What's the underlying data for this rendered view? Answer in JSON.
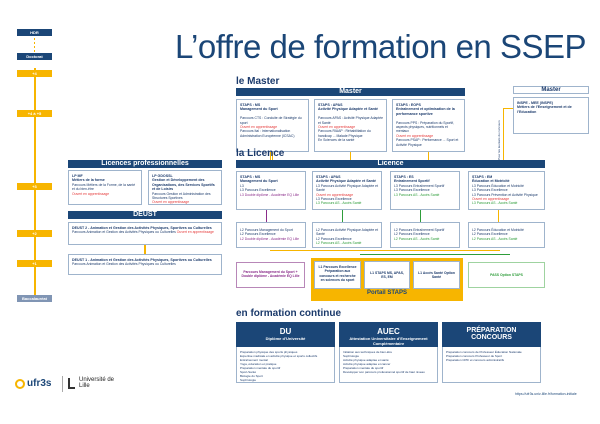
{
  "title": "L’offre de formation en SSEP",
  "ladder": [
    "HDR",
    "Doctorat",
    "+4",
    "+4 à +5",
    "+3",
    "+2",
    "+1",
    "Baccalauréat"
  ],
  "master": {
    "heading": "le Master",
    "bar": "Master",
    "boxes": [
      {
        "code": "STAPS : MS",
        "name": "Management du Sport",
        "lines": [
          "Parcours CTS : Conduite de Stratégie du sport",
          "Ouvert en apprentissage",
          "Parcours Ital : Internationalisation Administration Européenne (ICSAC)"
        ]
      },
      {
        "code": "STAPS : APAS",
        "name": "Activité Physique Adaptée et Santé",
        "lines": [
          "Parcours APAS : Activité Physique Adaptée et Santé",
          "Ouvert en apprentissage",
          "Parcours RIAAP : Réhabilitation du handicap ... Malade Physique",
          "En Sciences de la santé"
        ]
      },
      {
        "code": "STAPS : EOPS",
        "name": "Entraînement et optimisation de la performance sportive",
        "lines": [
          "Parcours PPS : Préparation du Sportif, aspects physiques, nutritionnels et mentaux",
          "Ouvert en apprentissage",
          "Parcours PSAP : Performance ... Sport et Activité Physique"
        ]
      }
    ]
  },
  "master2": {
    "bar": "Master",
    "code": "INSPE - MEE (INSPE)",
    "name": "Métiers de l’Enseignement et de l’Education",
    "side_note": "Pour les lauréats du concours"
  },
  "licence": {
    "heading": "la Licence",
    "bar": "Licence",
    "boxes": [
      {
        "code": "STAPS : MS",
        "name": "Management du Sport",
        "lines": [
          "L3",
          "L3 Parcours Excellence",
          "L3 Double diplôme - Académie EQ Lille"
        ]
      },
      {
        "code": "STAPS : APAS",
        "name": "Activité Physique Adaptée et Santé",
        "lines": [
          "L3 Parcours Activité Physique Adaptée et Santé",
          "Ouvert en apprentissage",
          "L3 Parcours Excellence",
          "L3 Parcours AS - Accès Santé"
        ]
      },
      {
        "code": "STAPS : ES",
        "name": "Entraînement Sportif",
        "lines": [
          "L3 Parcours Entraînement Sportif",
          "L3 Parcours Excellence",
          "L3 Parcours AS - Accès Santé"
        ]
      },
      {
        "code": "STAPS : EM",
        "name": "Éducation et Motricité",
        "lines": [
          "L3 Parcours Éducation et Motricité",
          "L3 Parcours Excellence",
          "L3 Parcours Prévention et Activité Physique",
          "Ouvert en apprentissage",
          "L3 Parcours AS - Accès Santé"
        ]
      }
    ],
    "l2": [
      [
        "L2 Parcours Management du Sport",
        "L2 Parcours Excellence",
        "L2 Double diplôme - Académie EQ Lille"
      ],
      [
        "L2 Parcours Activité Physique Adaptée et Santé",
        "L2 Parcours Excellence",
        "L2 Parcours AS - Accès Santé"
      ],
      [
        "L2 Parcours Entraînement Sportif",
        "L2 Parcours Excellence",
        "L2 Parcours AS - Accès Santé"
      ],
      [
        "L2 Parcours Éducation et Motricité",
        "L2 Parcours Excellence",
        "L2 Parcours AS - Accès Santé"
      ]
    ]
  },
  "l1": {
    "mgmt": "Parcours Management du Sport + Double diplôme - Académie EQ Lille",
    "excellence": "L1 Parcours Excellence Préparation aux concours et recherche en sciences du sport",
    "staps": "L1 STAPS MS, APAS, ES, EM",
    "sante": "L1 Accès Santé Option Santé",
    "portail": "Portail STAPS",
    "pass": "PASS Option STAPS"
  },
  "licpro": {
    "bar": "Licences professionnelles",
    "boxes": [
      {
        "code": "LP MF",
        "name": "Métiers de la forme",
        "lines": [
          "Parcours Métiers de la Forme, de la santé et du bien-être",
          "Ouvert en apprentissage"
        ]
      },
      {
        "code": "LP GDOSSL",
        "name": "Gestion et Développement des Organisations, des Services Sportifs et de Loisirs",
        "lines": [
          "Parcours Gestion et Administration des Structures Sportives",
          "Ouvert en apprentissage"
        ]
      }
    ]
  },
  "deust": {
    "bar": "DEUST",
    "d2": {
      "name": "DEUST 2 - Animation et Gestion des Activités Physiques, Sportives ou Culturelles",
      "line": "Parcours Animation et Gestion des Activités Physiques ou Culturelles",
      "tag": "Ouvert en apprentissage"
    },
    "d1": {
      "name": "DEUST 1 - Animation et Gestion des Activités Physiques, Sportives ou Culturelles",
      "line": "Parcours Animation et Gestion des Activités Physiques ou Culturelles"
    }
  },
  "continue": {
    "heading": "en formation continue",
    "blocks": [
      {
        "title": "DU",
        "subtitle": "Diplôme d’Université",
        "items": [
          "Préparation physique des sports physiques",
          "Expertise médicale en activité physique et sports collectifs",
          "Entraînement mental",
          "Yoga, éducation et pratique",
          "Préparation mentale du sportif",
          "Sport-Santé",
          "Biologie du Sport",
          "Sophrologie"
        ]
      },
      {
        "title": "AUEC",
        "subtitle": "Attestation Universitaire d’Enseignement Complémentaire",
        "items": [
          "Initiation aux techniques de bien-être",
          "Sophrologie",
          "Activité physique adaptée et santé",
          "Activité physique adaptée et cancer",
          "Préparation mentale du sportif",
          "Développer son parcours professionnel sportif de haut niveau"
        ]
      },
      {
        "title": "PRÉPARATION",
        "subtitle": "CONCOURS",
        "items": [
          "Préparation concours de Professeur Éducation Nationale",
          "Préparation concours Professeur de Sport",
          "Préparation CPIF et concours administratifs"
        ]
      }
    ]
  },
  "logos": {
    "ufr": "ufr3s",
    "univ": "Université de Lille"
  },
  "url": "https://ufr3s.univ-lille.fr/formation-initiale"
}
